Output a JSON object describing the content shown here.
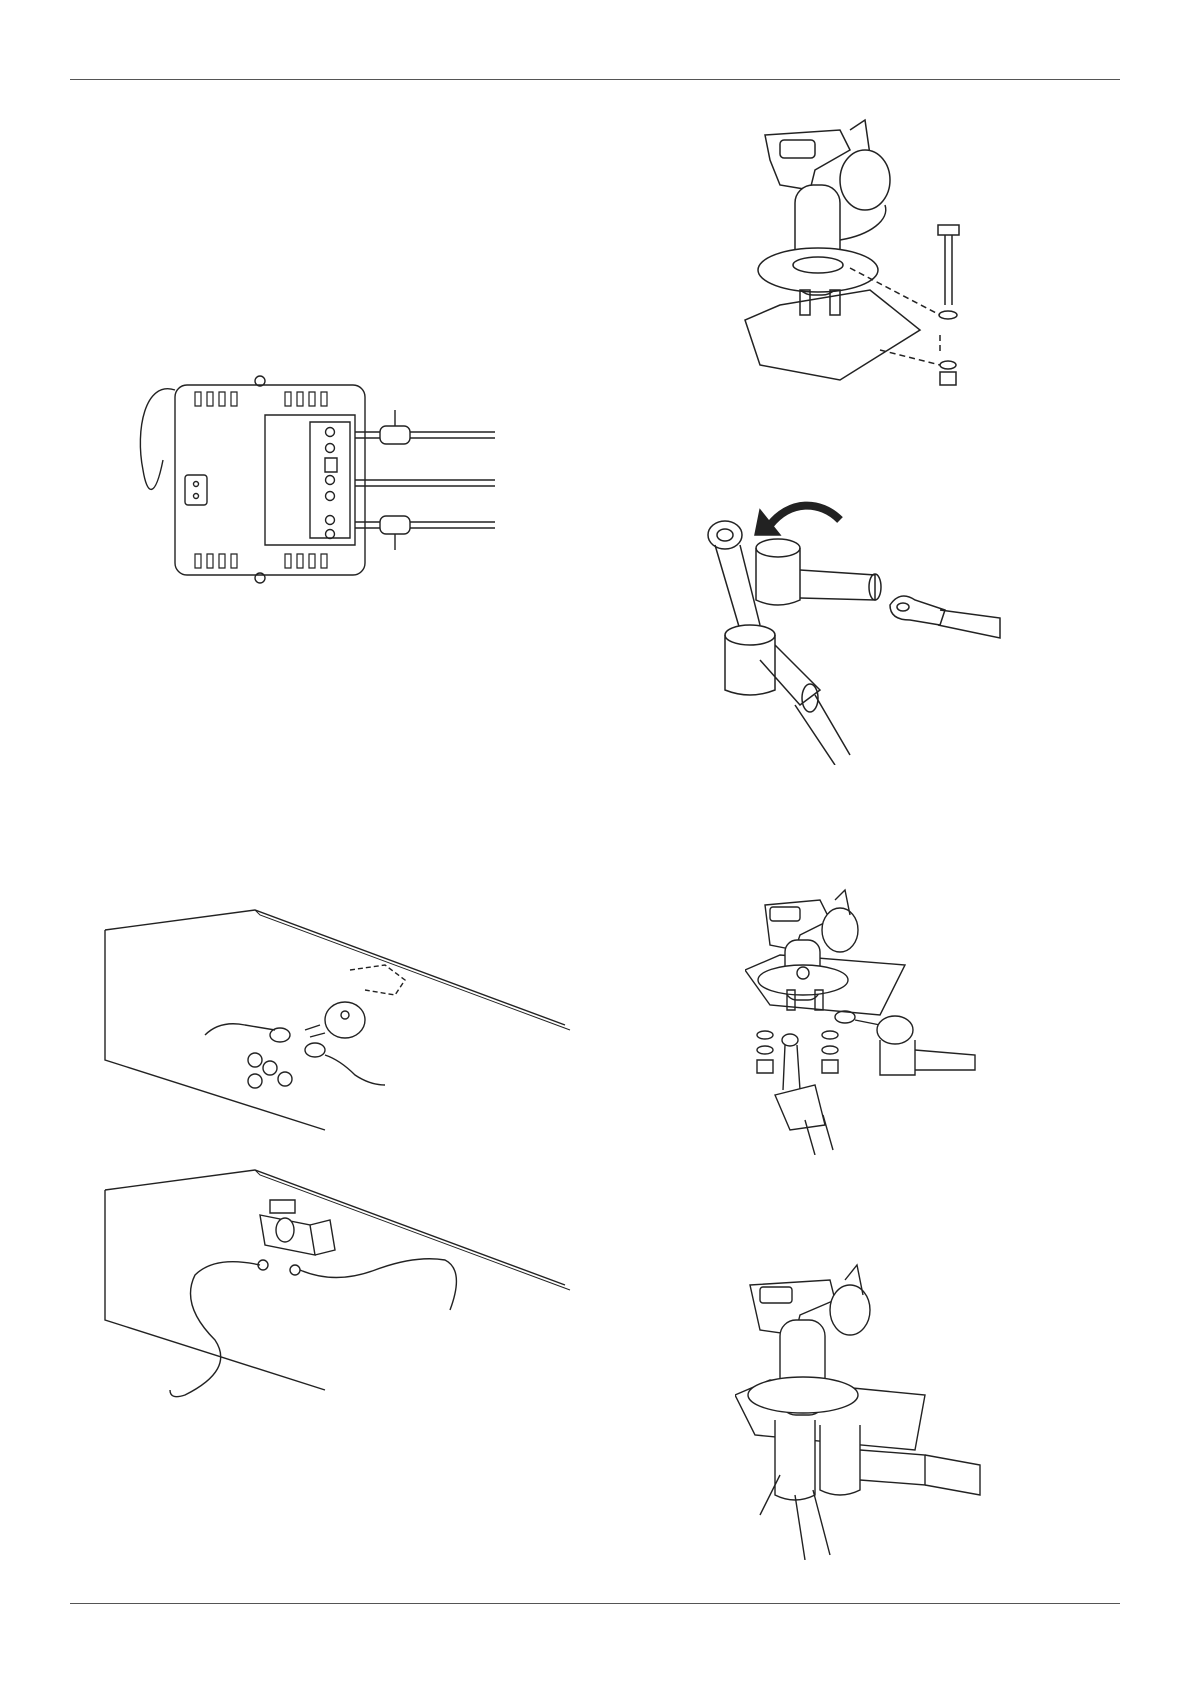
{
  "page": {
    "header_rule": true,
    "footer_rule": true
  },
  "figures": [
    {
      "id": "fig-control-unit",
      "icon": "control-unit-terminal-wiring-illustration"
    },
    {
      "id": "fig-switch-mount-bolt",
      "icon": "battery-switch-bolt-mounting-illustration"
    },
    {
      "id": "fig-terminal-boot",
      "icon": "cable-lug-boot-fitting-illustration"
    },
    {
      "id": "fig-panel-cables",
      "icon": "panel-mounting-cables-nuts-illustration"
    },
    {
      "id": "fig-switch-cable-connect",
      "icon": "switch-cable-connection-illustration"
    },
    {
      "id": "fig-panel-installed",
      "icon": "panel-installed-switch-illustration"
    },
    {
      "id": "fig-switch-installed",
      "icon": "switch-installed-with-boots-illustration"
    }
  ],
  "colors": {
    "line": "#222222",
    "rule": "#555555",
    "shade": "#eeeeee"
  }
}
